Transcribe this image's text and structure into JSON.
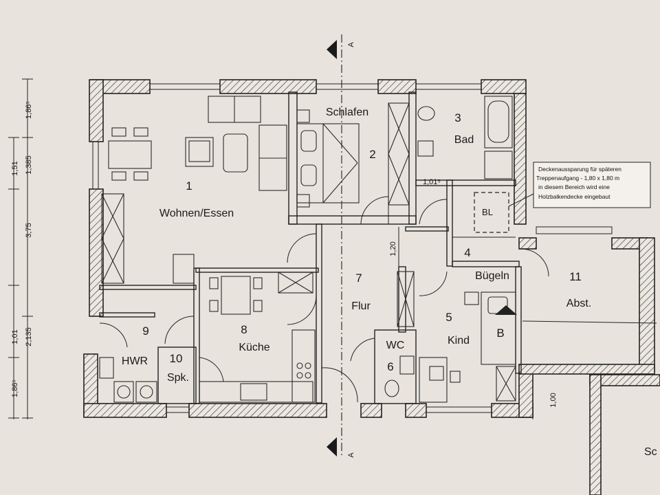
{
  "section_marks": {
    "top": "A",
    "bottom": "A"
  },
  "rooms": [
    {
      "id": "r1",
      "number": "1",
      "name": "Wohnen/Essen"
    },
    {
      "id": "r2",
      "number": "2",
      "name": "Schlafen"
    },
    {
      "id": "r3",
      "number": "3",
      "name": "Bad"
    },
    {
      "id": "r4",
      "number": "4",
      "name": "Bügeln"
    },
    {
      "id": "r5",
      "number": "5",
      "name": "Kind"
    },
    {
      "id": "r6",
      "number": "6",
      "name": "WC"
    },
    {
      "id": "r7",
      "number": "7",
      "name": "Flur"
    },
    {
      "id": "r8",
      "number": "8",
      "name": "Küche"
    },
    {
      "id": "r9",
      "number": "9",
      "name": "HWR"
    },
    {
      "id": "r10",
      "number": "10",
      "name": "Spk."
    },
    {
      "id": "r11",
      "number": "11",
      "name": "Abst."
    }
  ],
  "fixtures": {
    "bl": "BL",
    "boiler": "B"
  },
  "dimensions": {
    "outer_chain": [
      "1,86⁵",
      "3,75",
      "1,86⁵"
    ],
    "inner_chain": [
      "1,51",
      "1,385",
      "1,01",
      "2,135"
    ],
    "door_bedroom": "1,01⁵",
    "corridor_width": "1,20",
    "right_margin": "1,00"
  },
  "note": {
    "lines": [
      "Deckenaussparung für späteren",
      "Treppenaufgang - 1,80 x 1,80 m",
      "in diesem Bereich wird eine",
      "Holzbalkendecke eingebaut"
    ]
  },
  "edge_text": "Sc"
}
